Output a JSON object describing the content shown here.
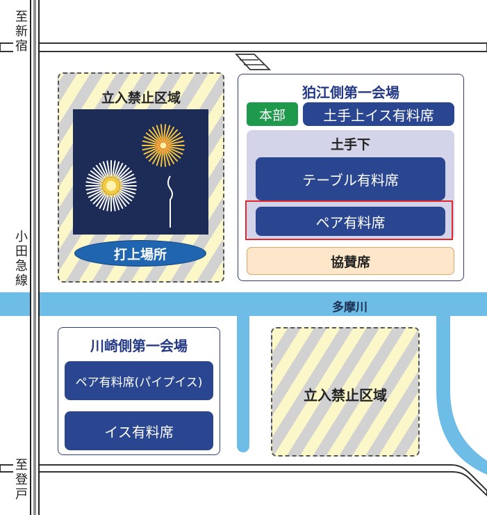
{
  "colors": {
    "river": "#6dbde6",
    "navy_button": "#2b4690",
    "green_badge": "#1f9a4c",
    "sponsor_fill": "#fde6c9",
    "highlight": "#e0262b",
    "fireworks_bg": "#1d2b57"
  },
  "railway": {
    "label": "小田急線",
    "to_top": "至新宿",
    "to_bottom": "至登戸"
  },
  "river": {
    "label": "多摩川"
  },
  "restricted_zone_top": {
    "label": "立入禁止区域"
  },
  "launch_site": {
    "label": "打上場所",
    "icon": "fireworks-icon"
  },
  "komae_venue": {
    "title": "狛江側第一会場",
    "hq": "本部",
    "embankment_seats": "土手上イス有料席",
    "lower_area": {
      "title": "土手下",
      "table_seats": "テーブル有料席",
      "pair_seats": "ペア有料席"
    },
    "sponsor_seats": "協賛席"
  },
  "kawasaki_venue": {
    "title": "川崎側第一会場",
    "pair_seats_pipe": "ペア有料席(パイプイス)",
    "chair_seats": "イス有料席"
  },
  "restricted_zone_bottom": {
    "label": "立入禁止区域"
  }
}
